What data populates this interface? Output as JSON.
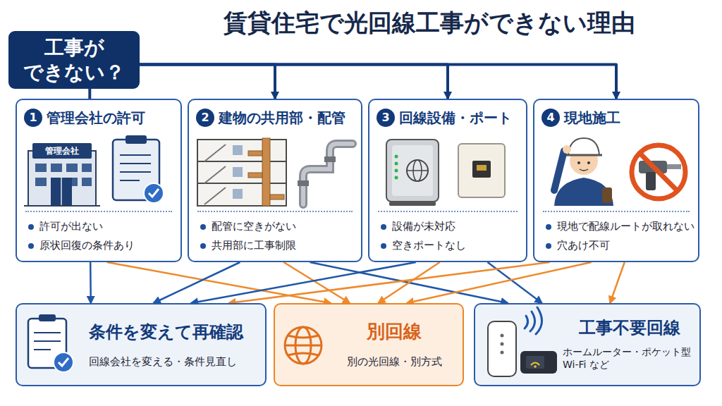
{
  "diagram": {
    "title": "賃貸住宅で光回線工事ができない理由",
    "nodes": [
      {
        "text": [
          "工事が できない？"
        ]
      },
      {
        "text": [
          "1",
          "管理会社の許可",
          "許可が出ない",
          "原状回復の条件あり"
        ]
      },
      {
        "text": [
          "2",
          "建物の共用部・配管",
          "配管に空きがない",
          "共用部に工事制限"
        ]
      },
      {
        "text": [
          "3",
          "回線設備・ポート",
          "設備が未対応",
          "空きポートなし"
        ]
      },
      {
        "text": [
          "4",
          "現地施工",
          "現地で配線ルートが取れない",
          "穴あけ不可"
        ]
      },
      {
        "text": [
          "条件を変えて再確認",
          "回線会社を変える・条件見直し"
        ]
      },
      {
        "text": [
          "別回線",
          "別の光回線・別方式"
        ]
      },
      {
        "text": [
          "工事不要回線",
          "ホームルーター・ポケット型 Wi-Fi など"
        ]
      }
    ],
    "edges": [
      {
        "from": 0,
        "to": 1,
        "arrow": "none"
      },
      {
        "from": 0,
        "to": 2,
        "arrow": "to"
      },
      {
        "from": 0,
        "to": 3,
        "arrow": "to"
      },
      {
        "from": 0,
        "to": 4,
        "arrow": "to"
      },
      {
        "from": 1,
        "to": 5,
        "arrow": "to"
      },
      {
        "from": 1,
        "to": 6,
        "arrow": "to"
      },
      {
        "from": 2,
        "to": 5,
        "arrow": "to"
      },
      {
        "from": 2,
        "to": 6,
        "arrow": "to"
      },
      {
        "from": 2,
        "to": 7,
        "arrow": "to"
      },
      {
        "from": 3,
        "to": 5,
        "arrow": "to"
      },
      {
        "from": 3,
        "to": 6,
        "arrow": "to"
      },
      {
        "from": 3,
        "to": 7,
        "arrow": "to"
      },
      {
        "from": 4,
        "to": 5,
        "arrow": "to"
      },
      {
        "from": 4,
        "to": 6,
        "arrow": "to"
      },
      {
        "from": 4,
        "to": 7,
        "arrow": "to"
      }
    ],
    "labels": [
      "管理会社"
    ]
  }
}
